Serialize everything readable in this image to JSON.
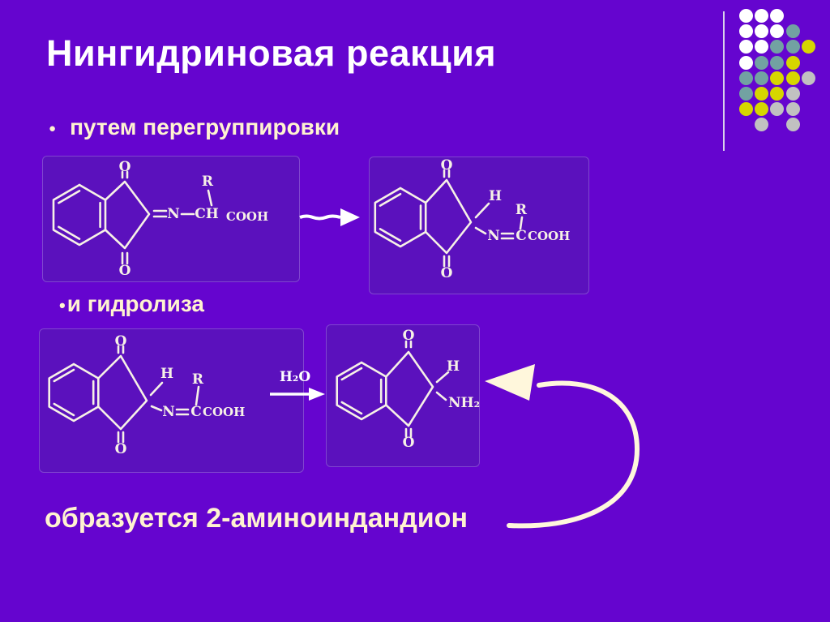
{
  "slide": {
    "title": "Нингидриновая реакция",
    "bullet_glyph": "●",
    "bullet1": "путем перегруппировки",
    "bullet2_glyph": "•",
    "bullet2": "и гидролиза",
    "bottom_text": "образуется 2-аминоиндандион"
  },
  "reaction": {
    "h2o_label": "H₂O",
    "structure1_labels": {
      "o_top": "O",
      "o_bottom": "O",
      "n": "N",
      "ch": "CH",
      "r": "R",
      "cooh": "COOH"
    },
    "structure2_labels": {
      "o_top": "O",
      "o_bottom": "O",
      "h": "H",
      "n": "N",
      "c": "C",
      "r": "R",
      "cooh": "COOH"
    },
    "structure3_labels": {
      "o_top": "O",
      "o_bottom": "O",
      "h": "H",
      "n": "N",
      "c": "C",
      "r": "R",
      "cooh": "COOH"
    },
    "structure4_labels": {
      "o_top": "O",
      "o_bottom": "O",
      "h": "H",
      "nh2": "NH₂"
    }
  },
  "colors": {
    "background": "#6505CF",
    "box_background": "#5B11BD",
    "title_color": "#FFFFFF",
    "body_text": "#FFF3D0",
    "structure_lines": "#F7F1E6",
    "arrow_white": "#FFFFFF",
    "arrow_cream": "#FFF7DC",
    "accent_line": "#D9D2EA"
  },
  "decoration": {
    "dot_matrix": [
      [
        "w",
        "w",
        "w",
        null,
        null
      ],
      [
        "w",
        "w",
        "w",
        "t",
        null
      ],
      [
        "w",
        "w",
        "t",
        "t",
        "y"
      ],
      [
        "w",
        "t",
        "t",
        "y",
        null
      ],
      [
        "t",
        "t",
        "y",
        "y",
        "g"
      ],
      [
        "t",
        "y",
        "y",
        "g",
        null
      ],
      [
        "y",
        "y",
        "g",
        "g",
        null
      ],
      [
        null,
        "g",
        null,
        "g",
        null
      ]
    ],
    "dot_colors": {
      "w": "#FFFFFF",
      "t": "#72A2A2",
      "y": "#D6D600",
      "g": "#C1C1C1"
    }
  }
}
